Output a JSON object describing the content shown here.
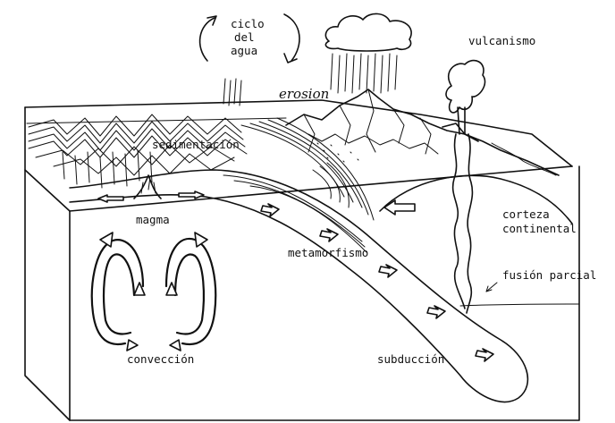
{
  "labels": {
    "water_cycle_1": "ciclo",
    "water_cycle_2": "del",
    "water_cycle_3": "agua",
    "volcanism": "vulcanismo",
    "erosion": "erosion",
    "sedimentation": "sedimentación",
    "magma": "magma",
    "metamorphism": "metamorfismo",
    "continental_crust_1": "corteza",
    "continental_crust_2": "continental",
    "partial_melting": "fusión parcial",
    "convection": "convección",
    "subduction": "subducción"
  }
}
